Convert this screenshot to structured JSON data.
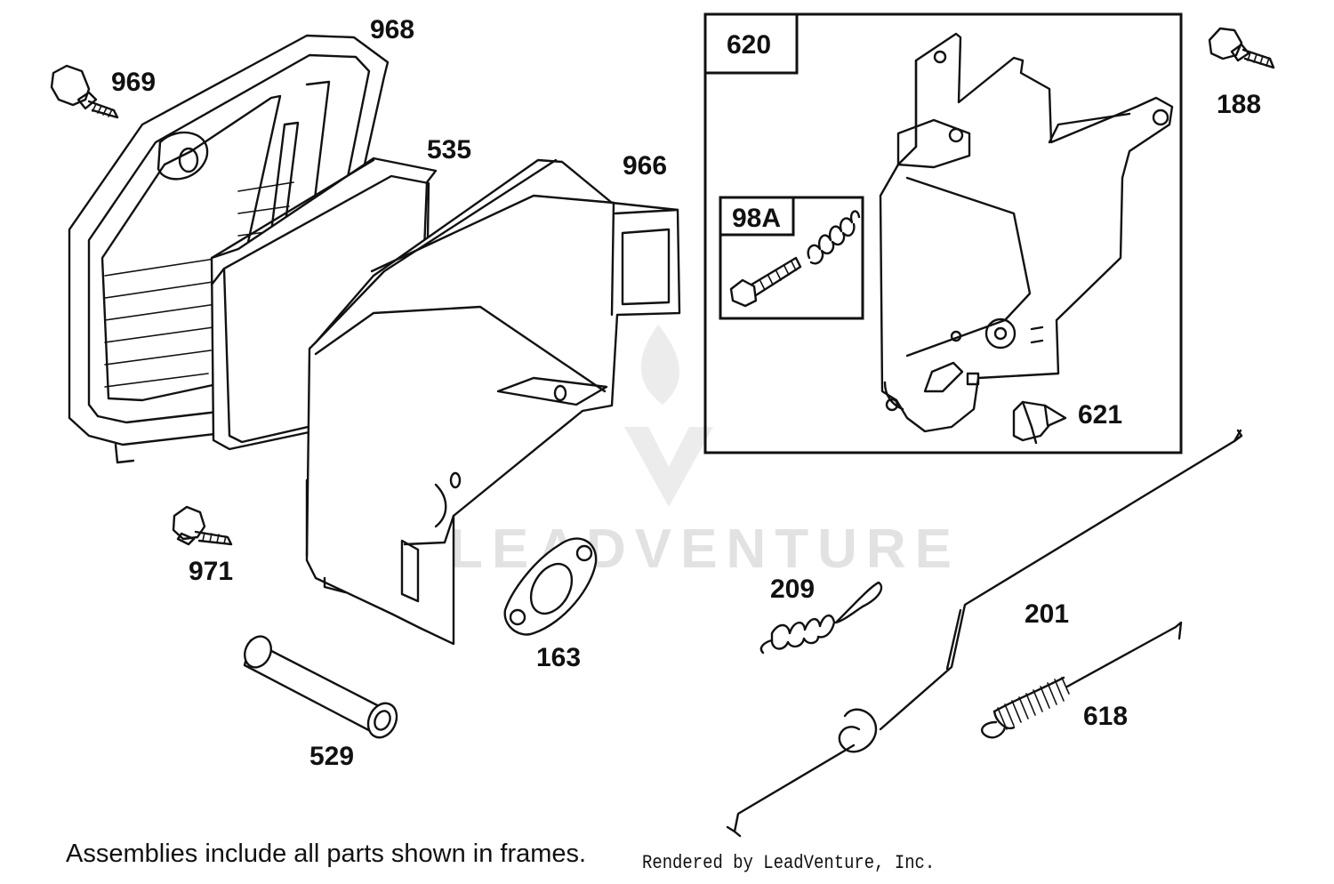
{
  "diagram": {
    "watermark": "LEADVENTURE",
    "parts": [
      {
        "id": "p968",
        "label": "968"
      },
      {
        "id": "p969",
        "label": "969"
      },
      {
        "id": "p535",
        "label": "535"
      },
      {
        "id": "p966",
        "label": "966"
      },
      {
        "id": "p971",
        "label": "971"
      },
      {
        "id": "p163",
        "label": "163"
      },
      {
        "id": "p529",
        "label": "529"
      },
      {
        "id": "p188",
        "label": "188"
      },
      {
        "id": "p621",
        "label": "621"
      },
      {
        "id": "p209",
        "label": "209"
      },
      {
        "id": "p201",
        "label": "201"
      },
      {
        "id": "p618",
        "label": "618"
      }
    ],
    "frames": [
      {
        "id": "f620",
        "label": "620"
      },
      {
        "id": "f98a",
        "label": "98A"
      }
    ]
  },
  "footer": {
    "note": "Assemblies include all parts shown in frames.",
    "credit": "Rendered by LeadVenture, Inc."
  }
}
